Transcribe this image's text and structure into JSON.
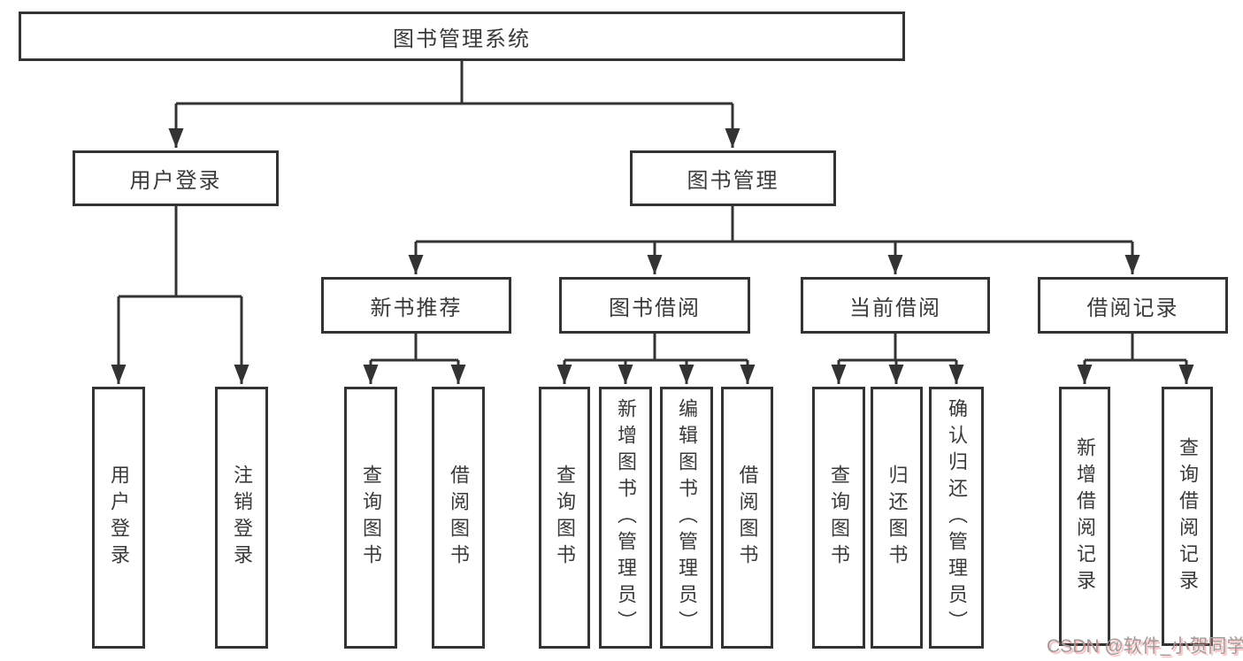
{
  "diagram": {
    "root": {
      "label": "图书管理系统"
    },
    "level2": [
      {
        "label": "用户登录"
      },
      {
        "label": "图书管理"
      }
    ],
    "level3": [
      {
        "label": "新书推荐"
      },
      {
        "label": "图书借阅"
      },
      {
        "label": "当前借阅"
      },
      {
        "label": "借阅记录"
      }
    ],
    "leaves": [
      {
        "label": "用户登录"
      },
      {
        "label": "注销登录"
      },
      {
        "label": "查询图书"
      },
      {
        "label": "借阅图书"
      },
      {
        "label": "查询图书"
      },
      {
        "label": "新增图书（管理员）"
      },
      {
        "label": "编辑图书（管理员）"
      },
      {
        "label": "借阅图书"
      },
      {
        "label": "查询图书"
      },
      {
        "label": "归还图书"
      },
      {
        "label": "确认归还（管理员）"
      },
      {
        "label": "新增借阅记录"
      },
      {
        "label": "查询借阅记录"
      }
    ],
    "watermark": "CSDN @软件_小贺同学",
    "colors": {
      "line": "#333333",
      "text": "#3a3a3a",
      "box_background": "#ffffff",
      "watermark_gray": "#9c9c9c",
      "watermark_shadow_pink": "#fa7878"
    }
  }
}
